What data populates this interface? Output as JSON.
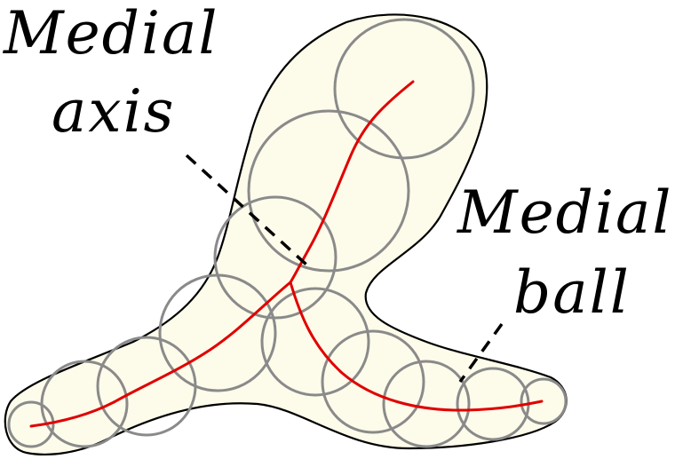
{
  "labels": {
    "medial_axis_line1": "Medial",
    "medial_axis_line2": "axis",
    "medial_ball_line1": "Medial",
    "medial_ball_line2": "ball"
  },
  "colors": {
    "shape_fill": "#fdfbea",
    "shape_outline": "#000000",
    "ball_stroke": "#8a8a8a",
    "axis_stroke": "#e00000",
    "leader": "#000000"
  }
}
